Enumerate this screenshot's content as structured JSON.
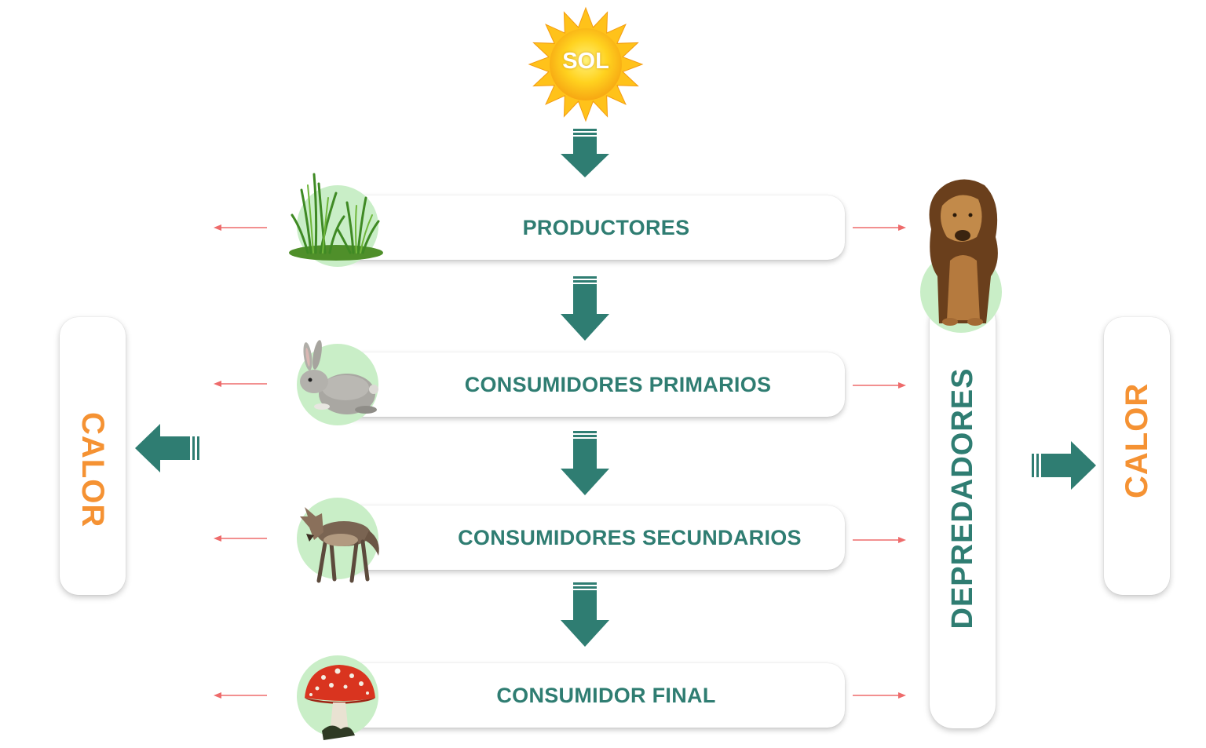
{
  "sun": {
    "label": "SOL",
    "icon": "sun-icon"
  },
  "levels": [
    {
      "label": "PRODUCTORES",
      "icon": "grass-icon"
    },
    {
      "label": "CONSUMIDORES PRIMARIOS",
      "icon": "rabbit-icon"
    },
    {
      "label": "CONSUMIDORES SECUNDARIOS",
      "icon": "coyote-icon"
    },
    {
      "label": "CONSUMIDOR FINAL",
      "icon": "mushroom-icon"
    }
  ],
  "predators": {
    "label": "DEPREDADORES",
    "icon": "lion-icon"
  },
  "heat_left": {
    "label": "CALOR"
  },
  "heat_right": {
    "label": "CALOR"
  },
  "colors": {
    "teal": "#2f7d72",
    "orange": "#f59233",
    "circle_green": "#c9eec7",
    "thin_arrow_red": "#ee6b6b",
    "sun_yellow": "#ffd21f"
  }
}
